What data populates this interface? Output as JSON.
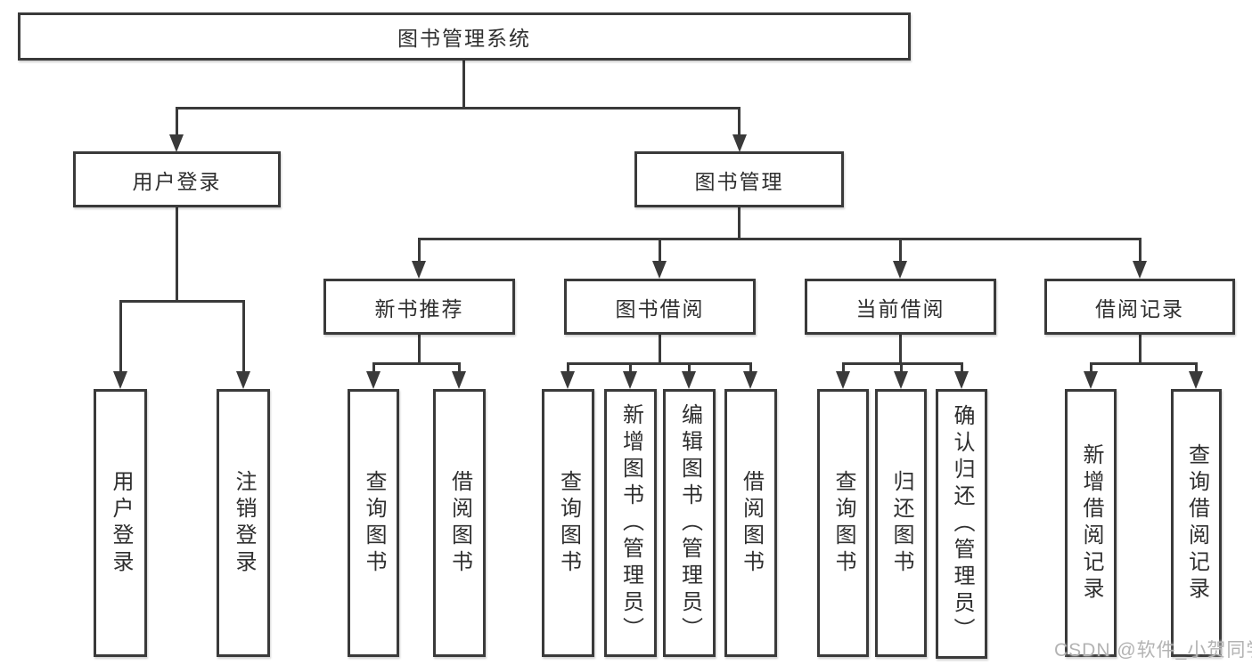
{
  "diagram": {
    "root": {
      "label": "图书管理系统"
    },
    "level2": [
      {
        "label": "用户登录"
      },
      {
        "label": "图书管理"
      }
    ],
    "level3": [
      {
        "label": "新书推荐"
      },
      {
        "label": "图书借阅"
      },
      {
        "label": "当前借阅"
      },
      {
        "label": "借阅记录"
      }
    ],
    "leaves": [
      {
        "label": "用户登录"
      },
      {
        "label": "注销登录"
      },
      {
        "label": "查询图书"
      },
      {
        "label": "借阅图书"
      },
      {
        "label": "查询图书"
      },
      {
        "label": "新增图书（管理员）"
      },
      {
        "label": "编辑图书（管理员）"
      },
      {
        "label": "借阅图书"
      },
      {
        "label": "查询图书"
      },
      {
        "label": "归还图书"
      },
      {
        "label": "确认归还（管理员）"
      },
      {
        "label": "新增借阅记录"
      },
      {
        "label": "查询借阅记录"
      }
    ]
  },
  "watermark": {
    "text": "CSDN @软件_小贺同学"
  },
  "colors": {
    "line": "#3a3a3a",
    "text": "#2f2f2f",
    "watermark": "#b3b3b3",
    "background": "#ffffff"
  }
}
